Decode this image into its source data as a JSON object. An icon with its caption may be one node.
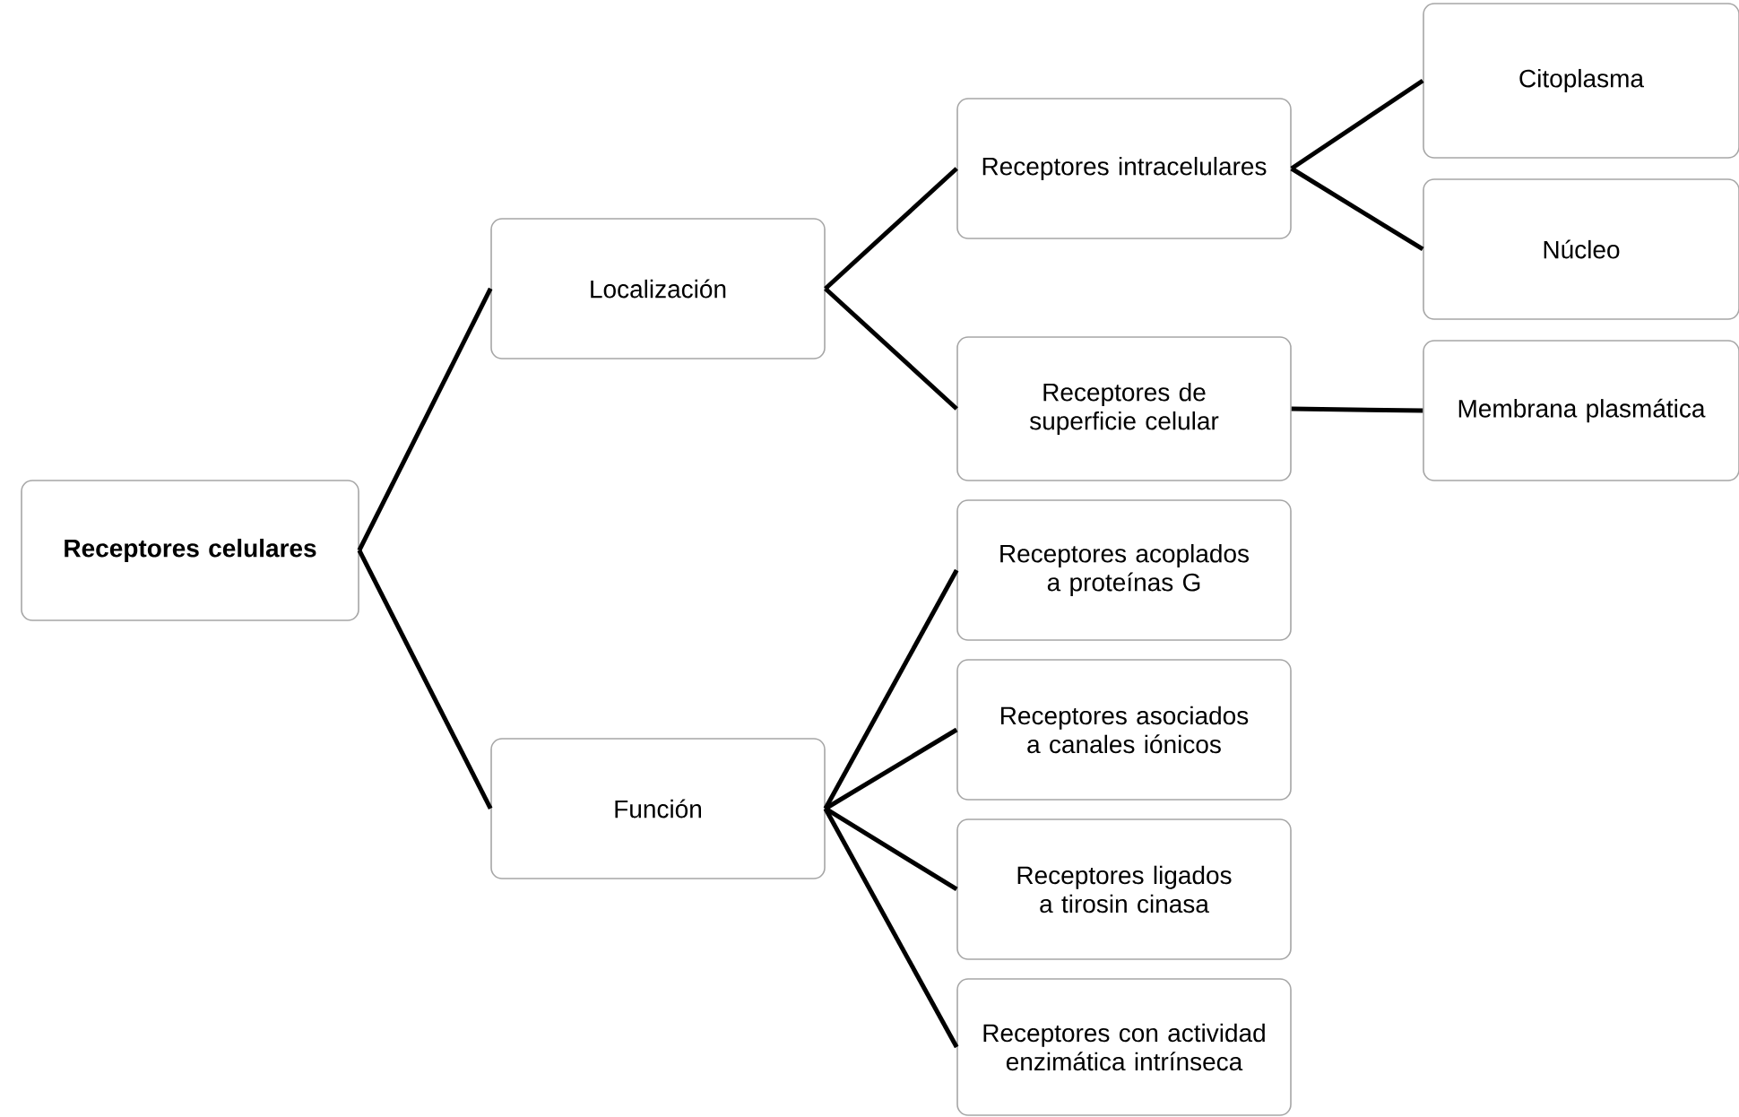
{
  "diagram": {
    "nodes": [
      {
        "text": [
          "Receptores celulares"
        ]
      },
      {
        "text": [
          "Localización"
        ]
      },
      {
        "text": [
          "Función"
        ]
      },
      {
        "text": [
          "Receptores intracelulares"
        ]
      },
      {
        "text": [
          "Citoplasma"
        ]
      },
      {
        "text": [
          "Núcleo"
        ]
      },
      {
        "text": [
          "Receptores de superficie celular"
        ]
      },
      {
        "text": [
          "Membrana plasmática"
        ]
      },
      {
        "text": [
          "Receptores acoplados a proteínas G"
        ]
      },
      {
        "text": [
          "Receptores asociados a canales iónicos"
        ]
      },
      {
        "text": [
          "Receptores ligados a tirosin cinasa"
        ]
      },
      {
        "text": [
          "Receptores con actividad enzimática intrínseca"
        ]
      }
    ],
    "edges": [
      {
        "from": 0,
        "to": 1,
        "arrow": "none"
      },
      {
        "from": 0,
        "to": 2,
        "arrow": "none"
      },
      {
        "from": 1,
        "to": 3,
        "arrow": "none"
      },
      {
        "from": 1,
        "to": 6,
        "arrow": "none"
      },
      {
        "from": 3,
        "to": 4,
        "arrow": "none"
      },
      {
        "from": 3,
        "to": 5,
        "arrow": "none"
      },
      {
        "from": 6,
        "to": 7,
        "arrow": "none"
      },
      {
        "from": 2,
        "to": 8,
        "arrow": "none"
      },
      {
        "from": 2,
        "to": 9,
        "arrow": "none"
      },
      {
        "from": 2,
        "to": 10,
        "arrow": "none"
      },
      {
        "from": 2,
        "to": 11,
        "arrow": "none"
      }
    ]
  }
}
